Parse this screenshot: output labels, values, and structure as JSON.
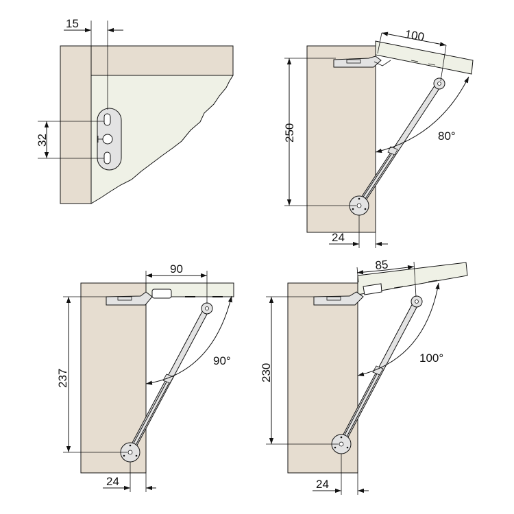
{
  "colors": {
    "panel": "#e6ddd0",
    "lid": "#eff1e6",
    "metal": "#e3e3e3",
    "line": "#111111",
    "background": "#ffffff"
  },
  "panels": [
    {
      "id": "mounting-detail",
      "offset_label": "15",
      "hole_spacing_label": "32"
    },
    {
      "id": "lid-80",
      "width_label": "100",
      "height_label": "250",
      "base_label": "24",
      "angle_label": "80°"
    },
    {
      "id": "lid-90",
      "width_label": "90",
      "height_label": "237",
      "base_label": "24",
      "angle_label": "90°"
    },
    {
      "id": "lid-100",
      "width_label": "85",
      "height_label": "230",
      "base_label": "24",
      "angle_label": "100°"
    }
  ]
}
